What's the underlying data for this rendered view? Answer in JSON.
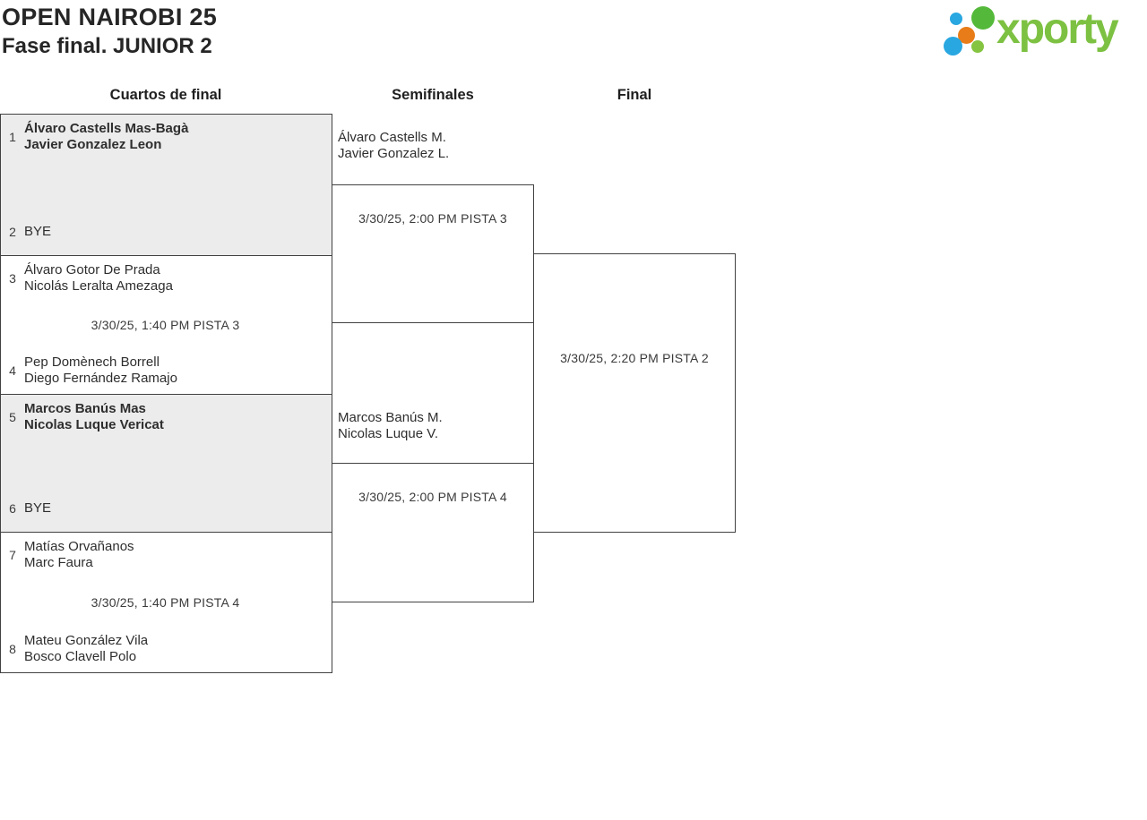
{
  "title": {
    "line1": "OPEN NAIROBI 25",
    "line2": "Fase final. JUNIOR 2"
  },
  "logo": {
    "wordmark": "xporty"
  },
  "rounds": {
    "quarterfinals": "Cuartos de final",
    "semifinals": "Semifinales",
    "final": "Final"
  },
  "bracket": {
    "quarterfinals": [
      {
        "seed_top": "1",
        "team_top": {
          "player1": "Álvaro Castells Mas-Bagà",
          "player2": "Javier Gonzalez Leon"
        },
        "seed_bottom": "2",
        "team_bottom": {
          "player1": "BYE",
          "player2": ""
        },
        "match_info": ""
      },
      {
        "seed_top": "3",
        "team_top": {
          "player1": "Álvaro Gotor De Prada",
          "player2": "Nicolás Leralta Amezaga"
        },
        "seed_bottom": "4",
        "team_bottom": {
          "player1": "Pep Domènech Borrell",
          "player2": "Diego Fernández Ramajo"
        },
        "match_info": "3/30/25, 1:40 PM PISTA 3"
      },
      {
        "seed_top": "5",
        "team_top": {
          "player1": "Marcos Banús Mas",
          "player2": "Nicolas Luque Vericat"
        },
        "seed_bottom": "6",
        "team_bottom": {
          "player1": "BYE",
          "player2": ""
        },
        "match_info": ""
      },
      {
        "seed_top": "7",
        "team_top": {
          "player1": "Matías Orvañanos",
          "player2": "Marc Faura"
        },
        "seed_bottom": "8",
        "team_bottom": {
          "player1": "Mateu González Vila",
          "player2": "Bosco Clavell Polo"
        },
        "match_info": "3/30/25, 1:40 PM PISTA 4"
      }
    ],
    "semifinals": [
      {
        "advanced_team": {
          "player1": "Álvaro Castells M.",
          "player2": "Javier Gonzalez L."
        },
        "match_info": "3/30/25, 2:00 PM PISTA 3"
      },
      {
        "advanced_team": {
          "player1": "Marcos Banús M.",
          "player2": "Nicolas Luque V."
        },
        "match_info": "3/30/25, 2:00 PM PISTA 4"
      }
    ],
    "final": {
      "match_info": "3/30/25, 2:20 PM PISTA 2"
    }
  },
  "colors": {
    "logo_green": "#7dc142",
    "dot_green_large": "#54b93a",
    "dot_green_small": "#85c441",
    "dot_blue": "#29a7e1",
    "dot_orange": "#e87c18",
    "box_gray": "#ececec",
    "border": "#414141",
    "text": "#2e2e2e"
  }
}
